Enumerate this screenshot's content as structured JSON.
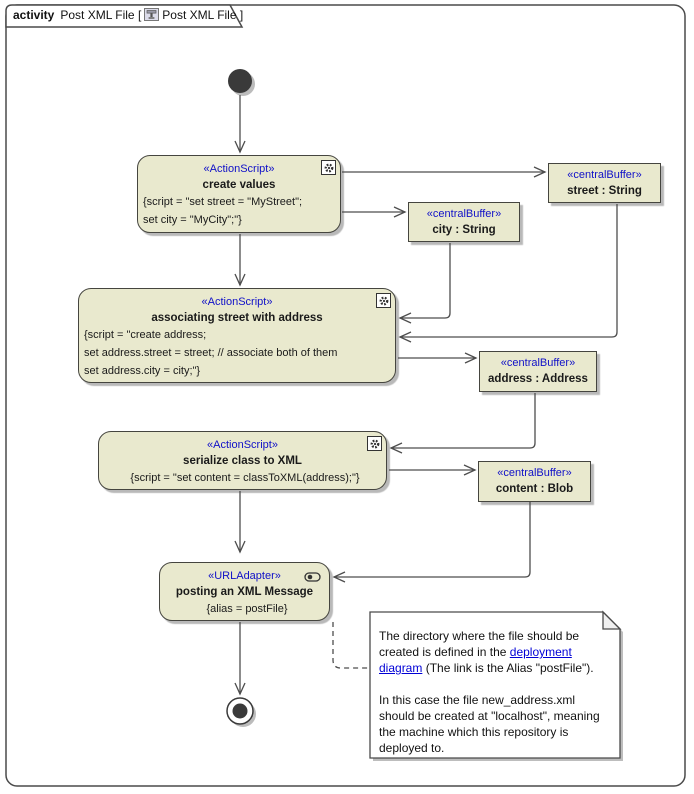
{
  "frame": {
    "kind_label": "activity",
    "title_text": "Post XML File [",
    "ref_text": "Post XML File ]"
  },
  "nodes": {
    "create_values": {
      "stereotype": "«ActionScript»",
      "name": "create values",
      "script_lines": [
        "{script = \"set street = \"MyStreet\";",
        "set city = \"MyCity\";\"}"
      ]
    },
    "street_buffer": {
      "stereotype": "«centralBuffer»",
      "name": "street : String"
    },
    "city_buffer": {
      "stereotype": "«centralBuffer»",
      "name": "city : String"
    },
    "associating": {
      "stereotype": "«ActionScript»",
      "name": "associating street with address",
      "script_lines": [
        "{script = \"create address;",
        "set address.street = street; // associate both of them",
        "set address.city = city;\"}"
      ]
    },
    "address_buffer": {
      "stereotype": "«centralBuffer»",
      "name": "address : Address"
    },
    "serialize": {
      "stereotype": "«ActionScript»",
      "name": "serialize class to XML",
      "script_lines": [
        "{script = \"set content = classToXML(address);\"}"
      ]
    },
    "content_buffer": {
      "stereotype": "«centralBuffer»",
      "name": "content : Blob"
    },
    "url_adapter": {
      "stereotype": "«URLAdapter»",
      "name": "posting an XML Message",
      "constraint": "{alias = postFile}"
    }
  },
  "note": {
    "p1_before": "The directory where the file should be created is defined in the ",
    "p1_link": "deployment diagram",
    "p1_after": " (The link is the Alias \"postFile\").",
    "p2": "In this case the file new_address.xml should be created at \"localhost\", meaning the machine which this repository is deployed to."
  },
  "colors": {
    "node_fill": "#e9e9ce",
    "node_border": "#45453f",
    "stereotype_blue": "#1010c8",
    "link_blue": "#0000d6",
    "edge": "#4d4d4d",
    "shadow": "#b9b9b9"
  }
}
